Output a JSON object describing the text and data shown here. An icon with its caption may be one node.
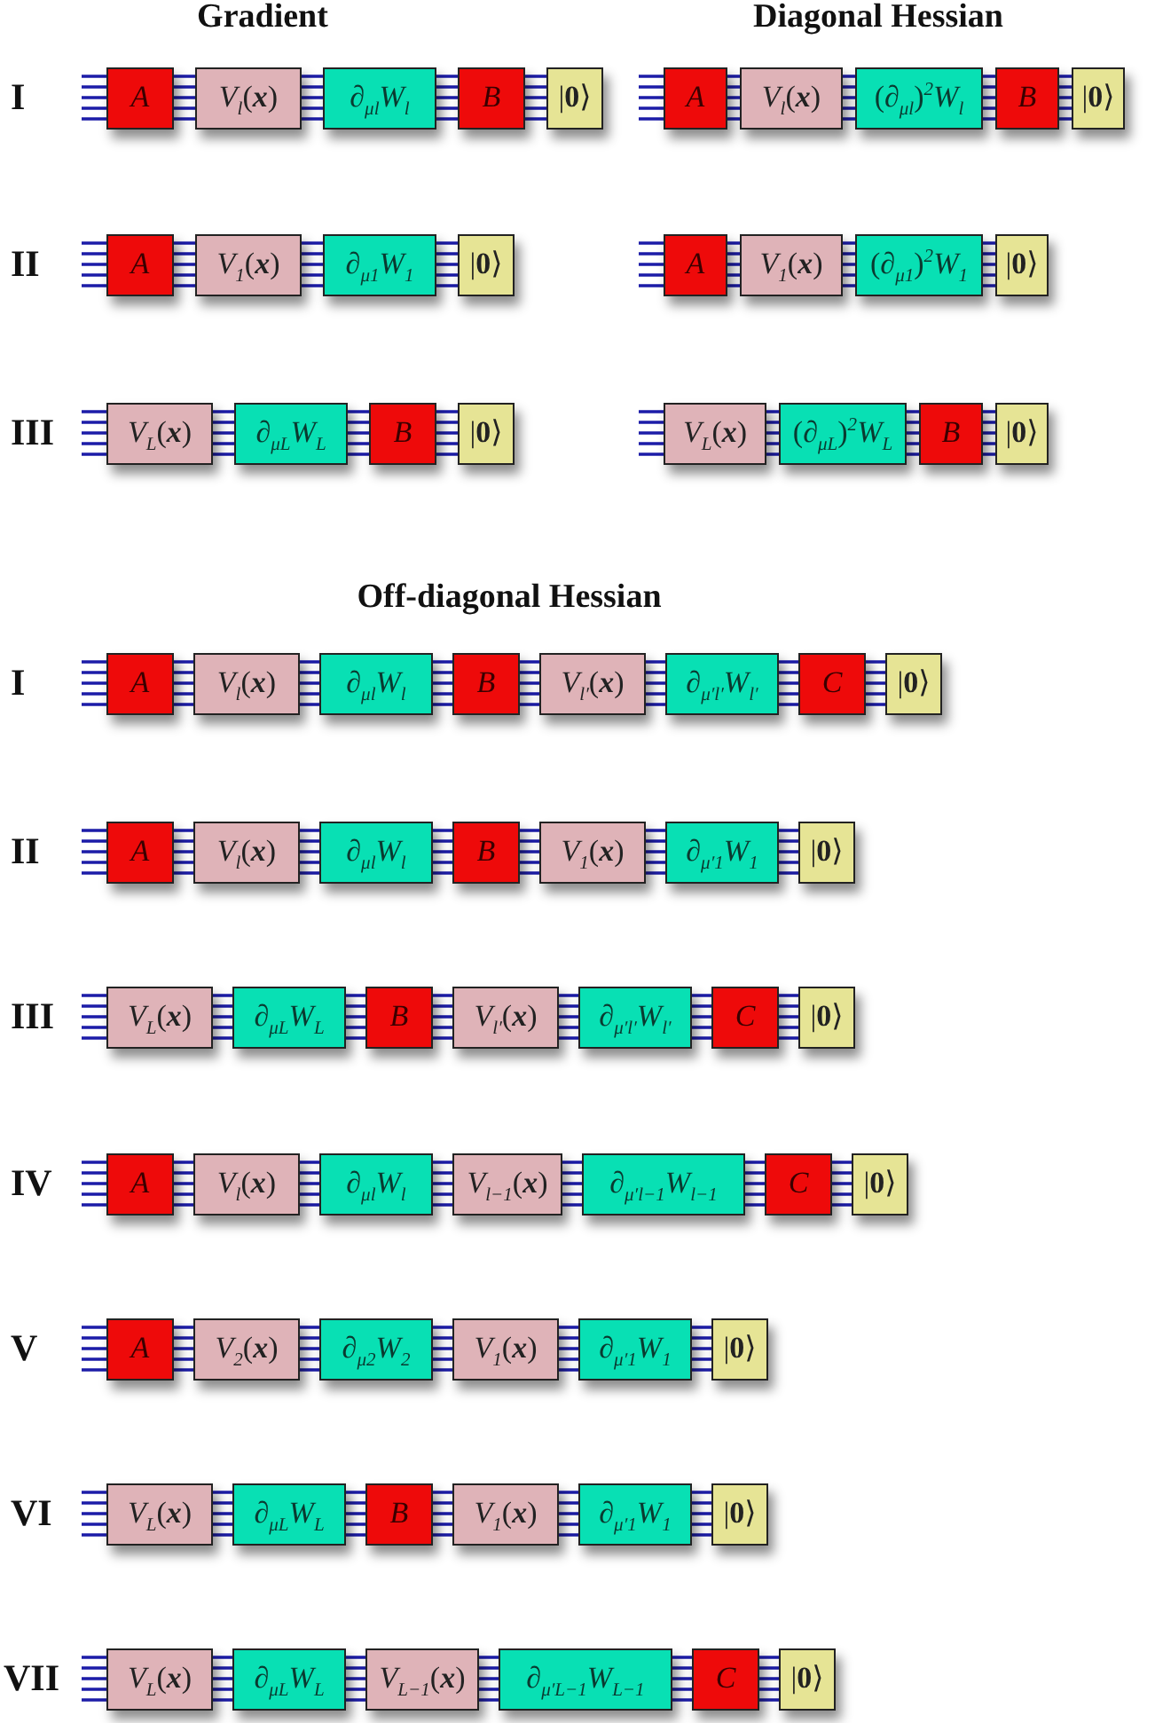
{
  "diagram": {
    "nodes": [
      {
        "text": [
          "A"
        ]
      },
      {
        "text": [
          "*V*$_{l}$(**x**)"
        ]
      },
      {
        "text": [
          "∂$_{μl}$*W*$_{l}$"
        ]
      },
      {
        "text": [
          "B"
        ]
      },
      {
        "text": [
          "|**0**⟩"
        ]
      },
      {
        "text": [
          "A"
        ]
      },
      {
        "text": [
          "*V*$_{1}$(**x**)"
        ]
      },
      {
        "text": [
          "∂$_{μ1}$*W*$_{1}$"
        ]
      },
      {
        "text": [
          "|**0**⟩"
        ]
      },
      {
        "text": [
          "*V*$_{L}$(**x**)"
        ]
      },
      {
        "text": [
          "∂$_{μL}$*W*$_{L}$"
        ]
      },
      {
        "text": [
          "B"
        ]
      },
      {
        "text": [
          "|**0**⟩"
        ]
      },
      {
        "text": [
          "A"
        ]
      },
      {
        "text": [
          "*V*$_{l}$(**x**)"
        ]
      },
      {
        "text": [
          "(∂$_{μl}$)$^{2}$*W*$_{l}$"
        ]
      },
      {
        "text": [
          "B"
        ]
      },
      {
        "text": [
          "|**0**⟩"
        ]
      },
      {
        "text": [
          "A"
        ]
      },
      {
        "text": [
          "*V*$_{1}$(**x**)"
        ]
      },
      {
        "text": [
          "(∂$_{μ1}$)$^{2}$*W*$_{1}$"
        ]
      },
      {
        "text": [
          "|**0**⟩"
        ]
      },
      {
        "text": [
          "*V*$_{L}$(**x**)"
        ]
      },
      {
        "text": [
          "(∂$_{μL}$)$^{2}$*W*$_{L}$"
        ]
      },
      {
        "text": [
          "B"
        ]
      },
      {
        "text": [
          "|**0**⟩"
        ]
      },
      {
        "text": [
          "A"
        ]
      },
      {
        "text": [
          "*V*$_{l}$(**x**)"
        ]
      },
      {
        "text": [
          "∂$_{μl}$*W*$_{l}$"
        ]
      },
      {
        "text": [
          "B"
        ]
      },
      {
        "text": [
          "*V*$_{l′}$(**x**)"
        ]
      },
      {
        "text": [
          "∂$_{μ′l′}$*W*$_{l′}$"
        ]
      },
      {
        "text": [
          "C"
        ]
      },
      {
        "text": [
          "|**0**⟩"
        ]
      },
      {
        "text": [
          "A"
        ]
      },
      {
        "text": [
          "*V*$_{l}$(**x**)"
        ]
      },
      {
        "text": [
          "∂$_{μl}$*W*$_{l}$"
        ]
      },
      {
        "text": [
          "B"
        ]
      },
      {
        "text": [
          "*V*$_{1}$(**x**)"
        ]
      },
      {
        "text": [
          "∂$_{μ′1}$*W*$_{1}$"
        ]
      },
      {
        "text": [
          "|**0**⟩"
        ]
      },
      {
        "text": [
          "*V*$_{L}$(**x**)"
        ]
      },
      {
        "text": [
          "∂$_{μL}$*W*$_{L}$"
        ]
      },
      {
        "text": [
          "B"
        ]
      },
      {
        "text": [
          "*V*$_{l′}$(**x**)"
        ]
      },
      {
        "text": [
          "∂$_{μ′l′}$*W*$_{l′}$"
        ]
      },
      {
        "text": [
          "C"
        ]
      },
      {
        "text": [
          "|**0**⟩"
        ]
      },
      {
        "text": [
          "A"
        ]
      },
      {
        "text": [
          "*V*$_{l}$(**x**)"
        ]
      },
      {
        "text": [
          "∂$_{μl}$*W*$_{l}$"
        ]
      },
      {
        "text": [
          "*V*$_{l−1}$(**x**)"
        ]
      },
      {
        "text": [
          "∂$_{μ′l−1}$*W*$_{l−1}$"
        ]
      },
      {
        "text": [
          "C"
        ]
      },
      {
        "text": [
          "|**0**⟩"
        ]
      },
      {
        "text": [
          "A"
        ]
      },
      {
        "text": [
          "*V*$_{2}$(**x**)"
        ]
      },
      {
        "text": [
          "∂$_{μ2}$*W*$_{2}$"
        ]
      },
      {
        "text": [
          "*V*$_{1}$(**x**)"
        ]
      },
      {
        "text": [
          "∂$_{μ′1}$*W*$_{1}$"
        ]
      },
      {
        "text": [
          "|**0**⟩"
        ]
      },
      {
        "text": [
          "*V*$_{L}$(**x**)"
        ]
      },
      {
        "text": [
          "∂$_{μL}$*W*$_{L}$"
        ]
      },
      {
        "text": [
          "B"
        ]
      },
      {
        "text": [
          "*V*$_{1}$(**x**)"
        ]
      },
      {
        "text": [
          "∂$_{μ′1}$*W*$_{1}$"
        ]
      },
      {
        "text": [
          "|**0**⟩"
        ]
      },
      {
        "text": [
          "*V*$_{L}$(**x**)"
        ]
      },
      {
        "text": [
          "∂$_{μL}$*W*$_{L}$"
        ]
      },
      {
        "text": [
          "*V*$_{L−1}$(**x**)"
        ]
      },
      {
        "text": [
          "∂$_{μ′L−1}$*W*$_{L−1}$"
        ]
      },
      {
        "text": [
          "C"
        ]
      },
      {
        "text": [
          "|**0**⟩"
        ]
      }
    ],
    "edges": [
      {
        "from": null,
        "to": 0,
        "arrow": "none"
      },
      {
        "from": 0,
        "to": 1,
        "arrow": "none"
      },
      {
        "from": 1,
        "to": 2,
        "arrow": "none"
      },
      {
        "from": 2,
        "to": 3,
        "arrow": "none"
      },
      {
        "from": 3,
        "to": 4,
        "arrow": "none"
      },
      {
        "from": null,
        "to": 5,
        "arrow": "none"
      },
      {
        "from": 5,
        "to": 6,
        "arrow": "none"
      },
      {
        "from": 6,
        "to": 7,
        "arrow": "none"
      },
      {
        "from": 7,
        "to": 8,
        "arrow": "none"
      },
      {
        "from": null,
        "to": 9,
        "arrow": "none"
      },
      {
        "from": 9,
        "to": 10,
        "arrow": "none"
      },
      {
        "from": 10,
        "to": 11,
        "arrow": "none"
      },
      {
        "from": 11,
        "to": 12,
        "arrow": "none"
      },
      {
        "from": null,
        "to": 13,
        "arrow": "none"
      },
      {
        "from": 13,
        "to": 14,
        "arrow": "none"
      },
      {
        "from": 14,
        "to": 15,
        "arrow": "none"
      },
      {
        "from": 15,
        "to": 16,
        "arrow": "none"
      },
      {
        "from": 16,
        "to": 17,
        "arrow": "none"
      },
      {
        "from": null,
        "to": 18,
        "arrow": "none"
      },
      {
        "from": 18,
        "to": 19,
        "arrow": "none"
      },
      {
        "from": 19,
        "to": 20,
        "arrow": "none"
      },
      {
        "from": 20,
        "to": 21,
        "arrow": "none"
      },
      {
        "from": null,
        "to": 22,
        "arrow": "none"
      },
      {
        "from": 22,
        "to": 23,
        "arrow": "none"
      },
      {
        "from": 23,
        "to": 24,
        "arrow": "none"
      },
      {
        "from": 24,
        "to": 25,
        "arrow": "none"
      },
      {
        "from": null,
        "to": 26,
        "arrow": "none"
      },
      {
        "from": 26,
        "to": 27,
        "arrow": "none"
      },
      {
        "from": 27,
        "to": 28,
        "arrow": "none"
      },
      {
        "from": 28,
        "to": 29,
        "arrow": "none"
      },
      {
        "from": 29,
        "to": 30,
        "arrow": "none"
      },
      {
        "from": 30,
        "to": 31,
        "arrow": "none"
      },
      {
        "from": 31,
        "to": 32,
        "arrow": "none"
      },
      {
        "from": 32,
        "to": 33,
        "arrow": "none"
      },
      {
        "from": null,
        "to": 34,
        "arrow": "none"
      },
      {
        "from": 34,
        "to": 35,
        "arrow": "none"
      },
      {
        "from": 35,
        "to": 36,
        "arrow": "none"
      },
      {
        "from": 36,
        "to": 37,
        "arrow": "none"
      },
      {
        "from": 37,
        "to": 38,
        "arrow": "none"
      },
      {
        "from": 38,
        "to": 39,
        "arrow": "none"
      },
      {
        "from": 39,
        "to": 40,
        "arrow": "none"
      },
      {
        "from": null,
        "to": 41,
        "arrow": "none"
      },
      {
        "from": 41,
        "to": 42,
        "arrow": "none"
      },
      {
        "from": 42,
        "to": 43,
        "arrow": "none"
      },
      {
        "from": 43,
        "to": 44,
        "arrow": "none"
      },
      {
        "from": 44,
        "to": 45,
        "arrow": "none"
      },
      {
        "from": 45,
        "to": 46,
        "arrow": "none"
      },
      {
        "from": 46,
        "to": 47,
        "arrow": "none"
      },
      {
        "from": null,
        "to": 48,
        "arrow": "none"
      },
      {
        "from": 48,
        "to": 49,
        "arrow": "none"
      },
      {
        "from": 49,
        "to": 50,
        "arrow": "none"
      },
      {
        "from": 50,
        "to": 51,
        "arrow": "none"
      },
      {
        "from": 51,
        "to": 52,
        "arrow": "none"
      },
      {
        "from": 52,
        "to": 53,
        "arrow": "none"
      },
      {
        "from": 53,
        "to": 54,
        "arrow": "none"
      },
      {
        "from": null,
        "to": 55,
        "arrow": "none"
      },
      {
        "from": 55,
        "to": 56,
        "arrow": "none"
      },
      {
        "from": 56,
        "to": 57,
        "arrow": "none"
      },
      {
        "from": 57,
        "to": 58,
        "arrow": "none"
      },
      {
        "from": 58,
        "to": 59,
        "arrow": "none"
      },
      {
        "from": 59,
        "to": 60,
        "arrow": "none"
      },
      {
        "from": null,
        "to": 61,
        "arrow": "none"
      },
      {
        "from": 61,
        "to": 62,
        "arrow": "none"
      },
      {
        "from": 62,
        "to": 63,
        "arrow": "none"
      },
      {
        "from": 63,
        "to": 64,
        "arrow": "none"
      },
      {
        "from": 64,
        "to": 65,
        "arrow": "none"
      },
      {
        "from": 65,
        "to": 66,
        "arrow": "none"
      },
      {
        "from": null,
        "to": 67,
        "arrow": "none"
      },
      {
        "from": 67,
        "to": 68,
        "arrow": "none"
      },
      {
        "from": 68,
        "to": 69,
        "arrow": "none"
      },
      {
        "from": 69,
        "to": 70,
        "arrow": "none"
      },
      {
        "from": 70,
        "to": 71,
        "arrow": "none"
      },
      {
        "from": 71,
        "to": 72,
        "arrow": "none"
      }
    ],
    "labels": [
      "Gradient",
      "Diagonal Hessian",
      "I",
      "II",
      "III",
      "Off-diagonal Hessian",
      "I",
      "II",
      "III",
      "IV",
      "V",
      "VI",
      "VII"
    ]
  }
}
